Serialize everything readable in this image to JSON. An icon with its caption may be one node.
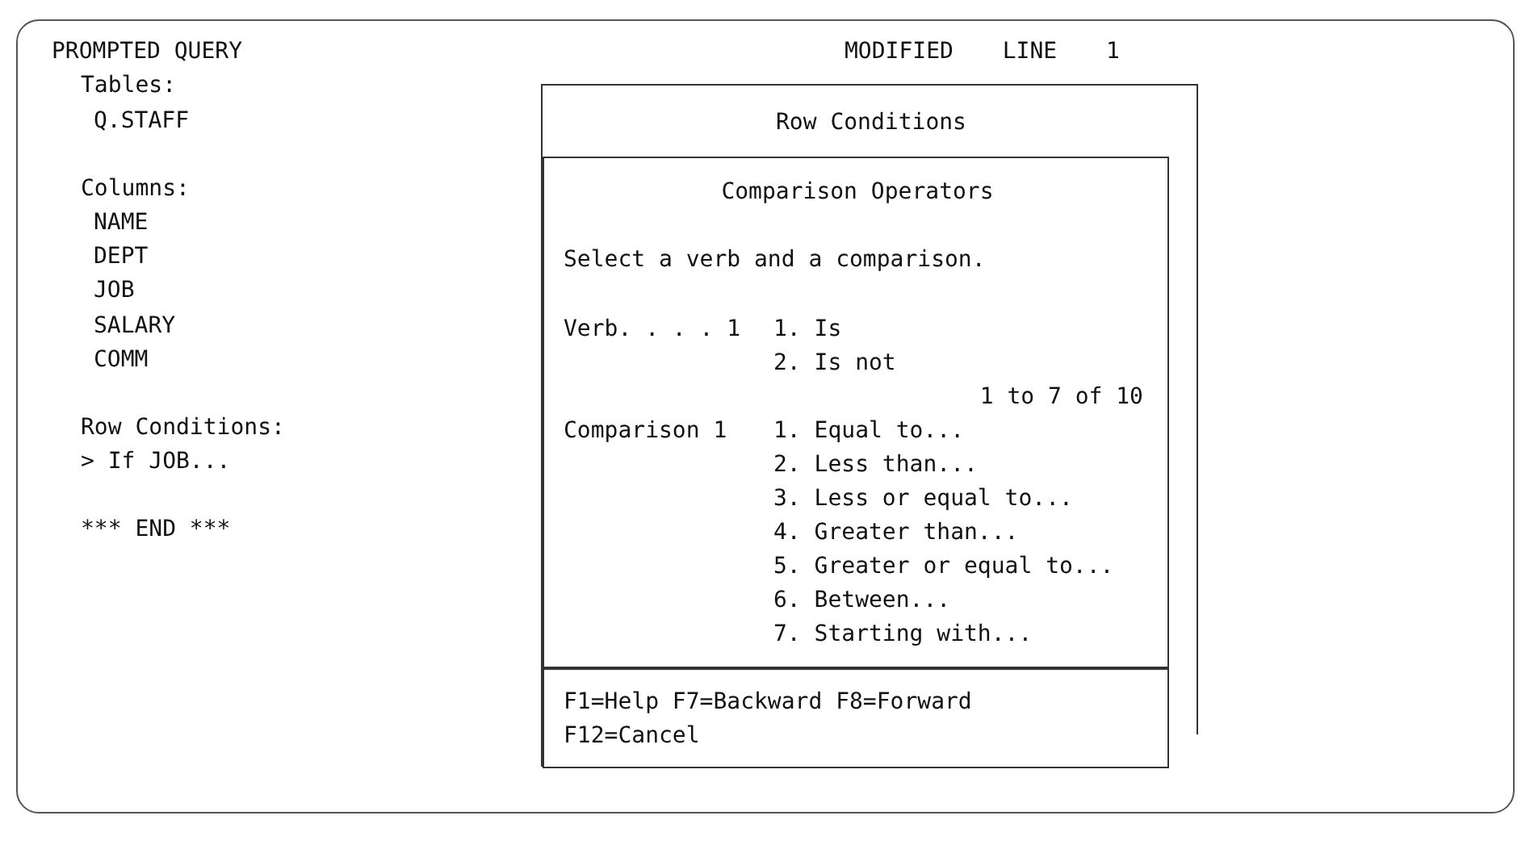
{
  "diagram": {
    "nodes": [
      {
        "text": [
          "Row Conditions"
        ]
      },
      {
        "text": [
          "Comparison Operators",
          "Select a verb and a comparison.",
          "Verb. . . . 1",
          "1. Is",
          "2. Is not",
          "1 to 7 of 10",
          "Comparison 1",
          "1. Equal to...",
          "2. Less than...",
          "3. Less or equal to...",
          "4. Greater than...",
          "5. Greater or equal to...",
          "6. Between...",
          "7. Starting with..."
        ],
        "in": 0
      },
      {
        "text": [
          "F1=Help F7=Backward F8=Forward",
          "F12=Cancel"
        ],
        "in": 0
      }
    ],
    "labels": [
      "PROMPTED QUERY",
      "MODIFIED LINE 1",
      "Tables:",
      "Q.STAFF",
      "Columns:",
      "NAME",
      "DEPT",
      "JOB",
      "SALARY",
      "COMM",
      "Row Conditions:",
      "> If JOB...",
      "*** END ***"
    ]
  }
}
